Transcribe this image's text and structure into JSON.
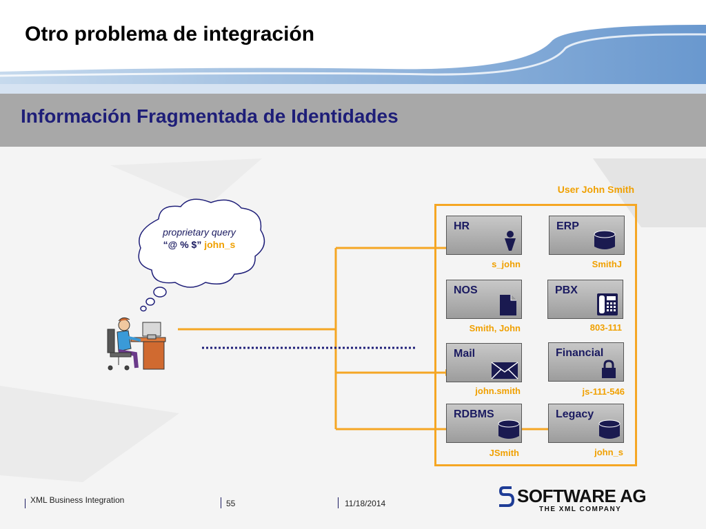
{
  "slide_title": "Otro problema de integración",
  "subtitle": "Información Fragmentada de Identidades",
  "user_label": "User John Smith",
  "cloud": {
    "line1": "proprietary query",
    "symbols": "“@ % $”",
    "user": "john_s"
  },
  "systems": [
    {
      "label": "HR",
      "icon": "person-icon",
      "identity": "s_john"
    },
    {
      "label": "ERP",
      "icon": "database-icon",
      "identity": "SmithJ"
    },
    {
      "label": "NOS",
      "icon": "document-icon",
      "identity": "Smith, John"
    },
    {
      "label": "PBX",
      "icon": "phone-icon",
      "identity": "803-111"
    },
    {
      "label": "Mail",
      "icon": "envelope-icon",
      "identity": "john.smith"
    },
    {
      "label": "Financial",
      "icon": "lock-icon",
      "identity": "js-111-546"
    },
    {
      "label": "RDBMS",
      "icon": "database-icon",
      "identity": "JSmith"
    },
    {
      "label": "Legacy",
      "icon": "database-icon",
      "identity": "john_s"
    }
  ],
  "footer": {
    "left": "XML Business Integration",
    "page": "55",
    "date": "11/18/2014"
  },
  "logo": {
    "word": "SOFTWARE AG",
    "tagline": "THE XML COMPANY"
  },
  "colors": {
    "accent": "#f5a623",
    "title_blue": "#1e1e78",
    "band_gray": "#a8a8a8"
  }
}
